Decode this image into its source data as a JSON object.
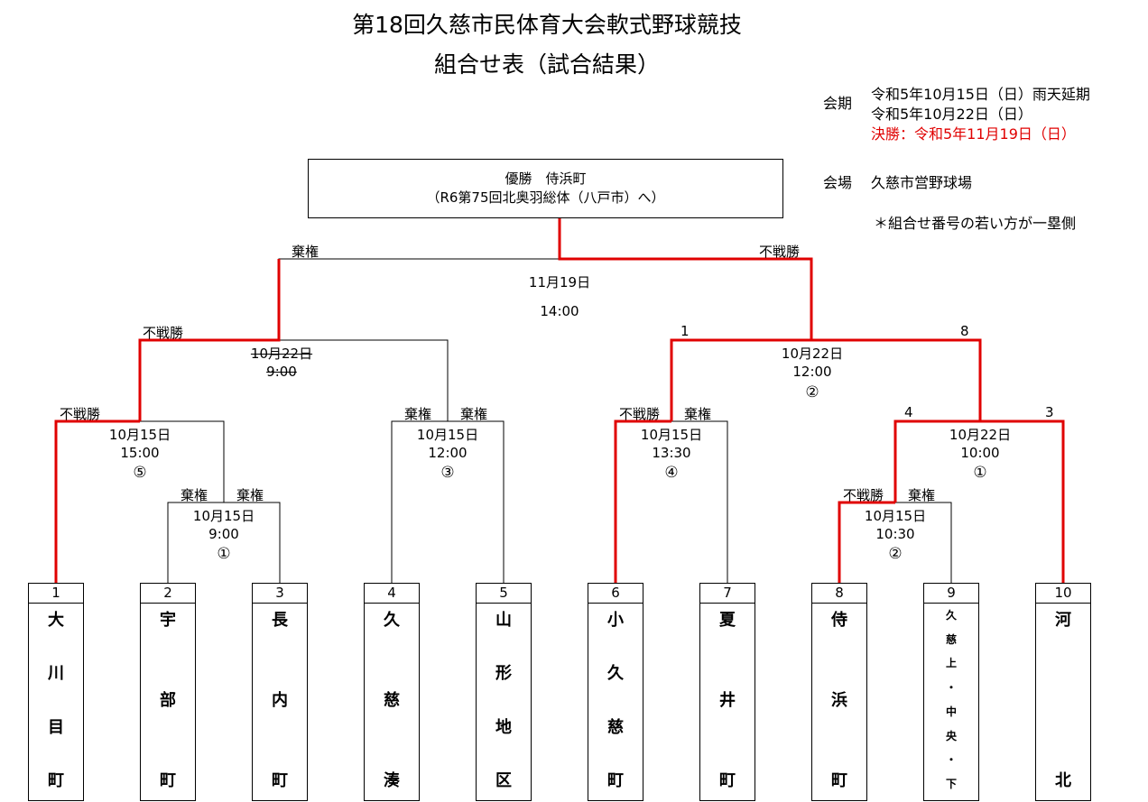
{
  "title": {
    "line1": "第18回久慈市民体育大会軟式野球競技",
    "line2": "組合せ表（試合結果）"
  },
  "info": {
    "period_label": "会期",
    "period_1": "令和5年10月15日（日）雨天延期",
    "period_2": "令和5年10月22日（日）",
    "period_final": "決勝：令和5年11月19日（日）",
    "venue_label": "会場",
    "venue": "久慈市営野球場",
    "note": "＊組合せ番号の若い方が一塁側"
  },
  "champion": {
    "line1": "優勝　侍浜町",
    "line2": "（R6第75回北奥羽総体（八戸市）へ）"
  },
  "colors": {
    "winner_line": "#e00000",
    "line": "#000000"
  },
  "matches": {
    "final": {
      "date": "11月19日",
      "time": "14:00",
      "left_result": "棄権",
      "right_result": "不戦勝"
    },
    "semi_left": {
      "date": "10月22日",
      "time": "9:00",
      "left_result": "不戦勝"
    },
    "semi_right": {
      "date": "10月22日",
      "time": "12:00",
      "order": "②",
      "left_score": "1",
      "right_score": "8"
    },
    "m5": {
      "date": "10月15日",
      "time": "15:00",
      "order": "⑤",
      "left_result": "不戦勝"
    },
    "m1a": {
      "date": "10月15日",
      "time": "9:00",
      "order": "①",
      "left_result": "棄権",
      "right_result": "棄権"
    },
    "m3": {
      "date": "10月15日",
      "time": "12:00",
      "order": "③",
      "left_result": "棄権",
      "right_result": "棄権"
    },
    "m4": {
      "date": "10月15日",
      "time": "13:30",
      "order": "④",
      "left_result": "不戦勝",
      "right_result": "棄権"
    },
    "m1b": {
      "date": "10月22日",
      "time": "10:00",
      "order": "①",
      "left_score": "4",
      "right_score": "3"
    },
    "m2": {
      "date": "10月15日",
      "time": "10:30",
      "order": "②",
      "left_result": "不戦勝",
      "right_result": "棄権"
    }
  },
  "teams": [
    {
      "num": "1",
      "chars": [
        "大",
        "川",
        "目",
        "町"
      ]
    },
    {
      "num": "2",
      "chars": [
        "宇",
        "部",
        "町"
      ]
    },
    {
      "num": "3",
      "chars": [
        "長",
        "内",
        "町"
      ]
    },
    {
      "num": "4",
      "chars": [
        "久",
        "慈",
        "湊"
      ]
    },
    {
      "num": "5",
      "chars": [
        "山",
        "形",
        "地",
        "区"
      ]
    },
    {
      "num": "6",
      "chars": [
        "小",
        "久",
        "慈",
        "町"
      ]
    },
    {
      "num": "7",
      "chars": [
        "夏",
        "井",
        "町"
      ]
    },
    {
      "num": "8",
      "chars": [
        "侍",
        "浜",
        "町"
      ]
    },
    {
      "num": "9",
      "chars": [
        "久",
        "慈",
        "上",
        "・",
        "中",
        "央",
        "・",
        "下"
      ]
    },
    {
      "num": "10",
      "chars": [
        "河",
        "北"
      ]
    }
  ]
}
